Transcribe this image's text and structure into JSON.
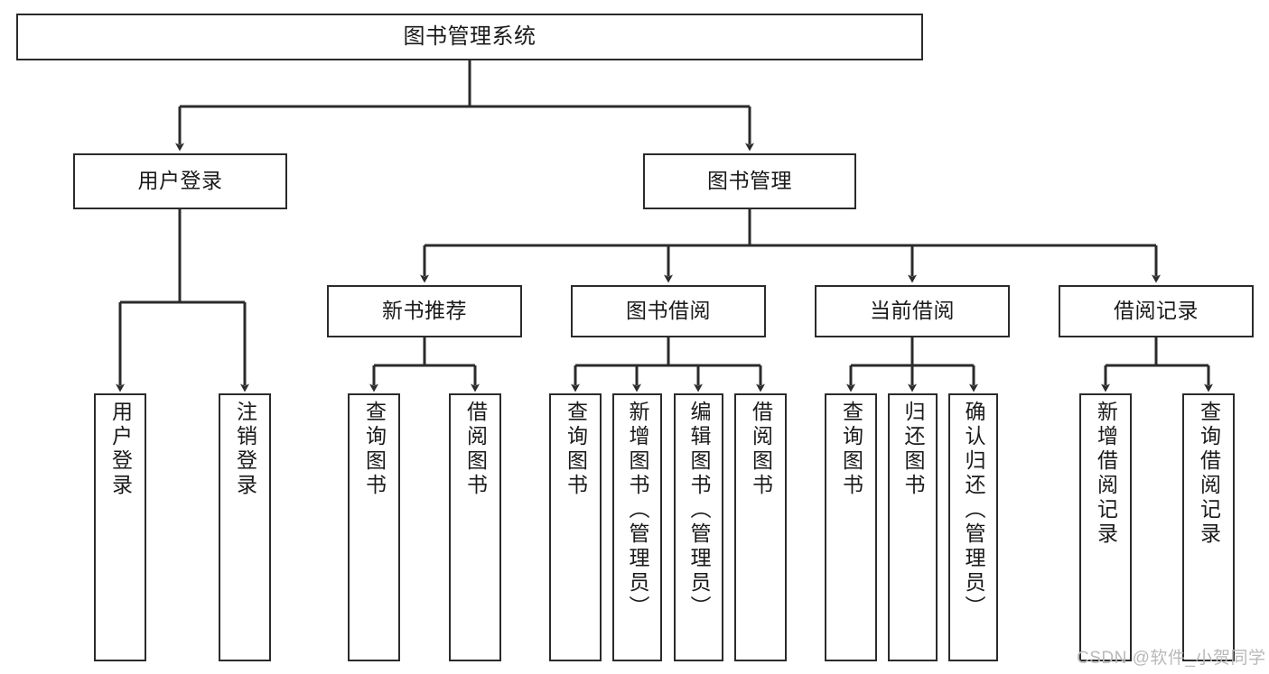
{
  "diagram": {
    "title": "图书管理系统",
    "type": "tree-hierarchy",
    "watermark": "CSDN @软件_小贺同学",
    "colors": {
      "background": "#ffffff",
      "node_border": "#2b2b2b",
      "node_fill": "#ffffff",
      "edge": "#2b2b2b",
      "text": "#1a1a1a",
      "watermark": "#b9b9b9"
    },
    "nodes": {
      "root": {
        "label": "图书管理系统"
      },
      "level2": [
        {
          "id": "user-login",
          "label": "用户登录"
        },
        {
          "id": "book-management",
          "label": "图书管理"
        }
      ],
      "level3": [
        {
          "id": "new-book-recommend",
          "label": "新书推荐"
        },
        {
          "id": "book-borrow",
          "label": "图书借阅"
        },
        {
          "id": "current-borrow",
          "label": "当前借阅"
        },
        {
          "id": "borrow-record",
          "label": "借阅记录"
        }
      ],
      "leaves": {
        "user_login": [
          {
            "id": "leaf-user-login",
            "label": "用户登录"
          },
          {
            "id": "leaf-logout",
            "label": "注销登录"
          }
        ],
        "new_book_recommend": [
          {
            "id": "leaf-query-book-1",
            "label": "查询图书"
          },
          {
            "id": "leaf-borrow-book-1",
            "label": "借阅图书"
          }
        ],
        "book_borrow": [
          {
            "id": "leaf-query-book-2",
            "label": "查询图书"
          },
          {
            "id": "leaf-add-book",
            "label": "新增图书（管理员）"
          },
          {
            "id": "leaf-edit-book",
            "label": "编辑图书（管理员）"
          },
          {
            "id": "leaf-borrow-book-2",
            "label": "借阅图书"
          }
        ],
        "current_borrow": [
          {
            "id": "leaf-query-book-3",
            "label": "查询图书"
          },
          {
            "id": "leaf-return-book",
            "label": "归还图书"
          },
          {
            "id": "leaf-confirm-return",
            "label": "确认归还（管理员）"
          }
        ],
        "borrow_record": [
          {
            "id": "leaf-add-record",
            "label": "新增借阅记录"
          },
          {
            "id": "leaf-query-record",
            "label": "查询借阅记录"
          }
        ]
      }
    }
  }
}
